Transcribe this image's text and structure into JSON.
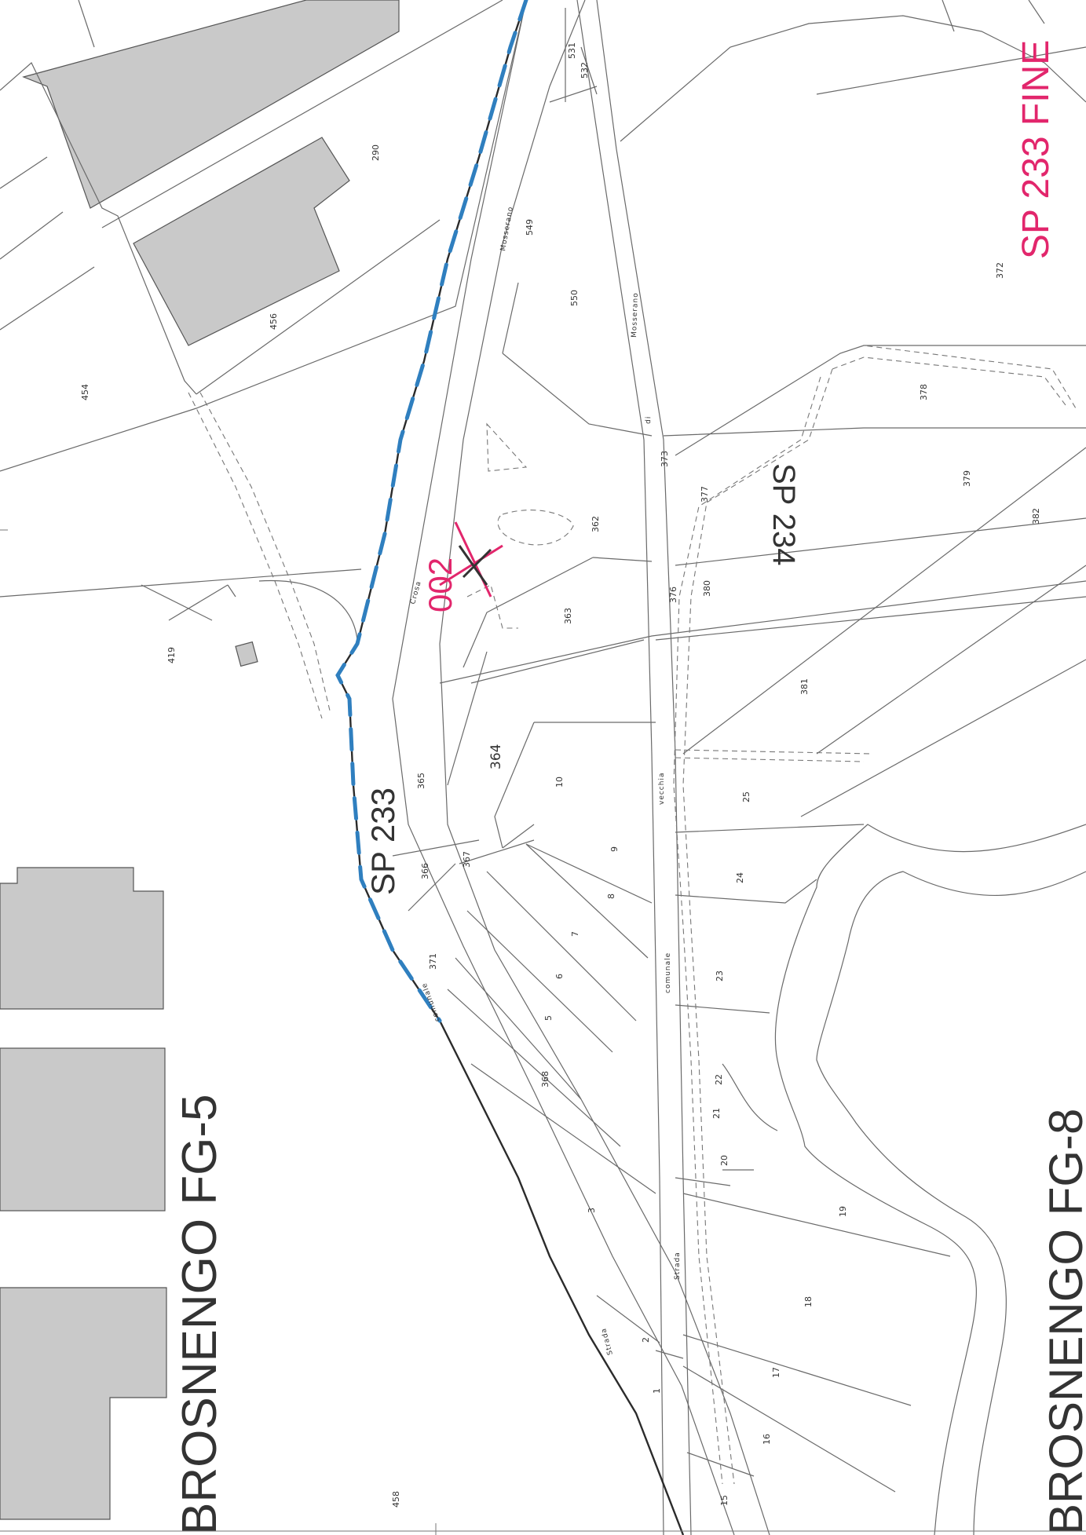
{
  "map": {
    "parcels": [
      "290",
      "454",
      "456",
      "419",
      "531",
      "532",
      "549",
      "550",
      "362",
      "363",
      "364",
      "365",
      "366",
      "367",
      "371",
      "368",
      "10",
      "9",
      "8",
      "7",
      "6",
      "5",
      "3",
      "2",
      "1",
      "25",
      "24",
      "23",
      "22",
      "21",
      "20",
      "19",
      "18",
      "17",
      "16",
      "15",
      "373",
      "376",
      "377",
      "378",
      "379",
      "380",
      "381",
      "382",
      "372",
      "458"
    ],
    "roads": [
      "Mosserano",
      "Mosserano",
      "di",
      "Crosa",
      "vecchia",
      "comunale",
      "comunale",
      "Strada",
      "Strada"
    ],
    "annotations": {
      "road_sp233": "SP 233",
      "road_sp234": "SP 234",
      "road_sp233_fine": "SP 233 FINE",
      "point_code": "002",
      "sheet_left": "BROSNENGO FG-5",
      "sheet_right": "BROSNENGO FG-8"
    },
    "colors": {
      "annotation_red": "#e2266c",
      "annotation_dark": "#333333",
      "border_blue": "#2f7fbf",
      "building_fill": "#c9c9c9"
    }
  }
}
